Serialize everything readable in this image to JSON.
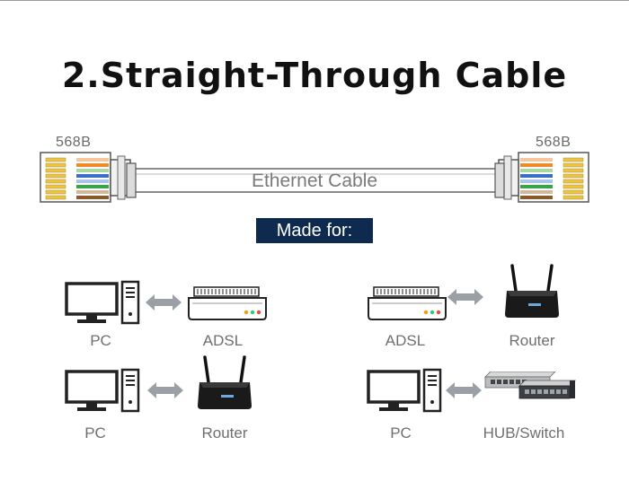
{
  "title": "2.Straight-Through Cable",
  "cable": {
    "left_standard": "568B",
    "right_standard": "568B",
    "label": "Ethernet Cable"
  },
  "made_for": "Made for:",
  "pairs": [
    {
      "left": "PC",
      "right": "ADSL"
    },
    {
      "left": "ADSL",
      "right": "Router"
    },
    {
      "left": "PC",
      "right": "Router"
    },
    {
      "left": "PC",
      "right": "HUB/Switch"
    }
  ],
  "colors": {
    "made_for_bg": "#0f2a4f",
    "connector_gold": "#e8c44a",
    "arrow_gray": "#9aa0a6",
    "led_orange": "#f39c12",
    "led_green": "#2ecc71",
    "led_red": "#e74c3c"
  },
  "icons": [
    "monitor-icon",
    "tower-icon",
    "adsl-modem-icon",
    "router-icon",
    "switch-icon",
    "double-arrow-icon",
    "rj45-connector-icon"
  ]
}
